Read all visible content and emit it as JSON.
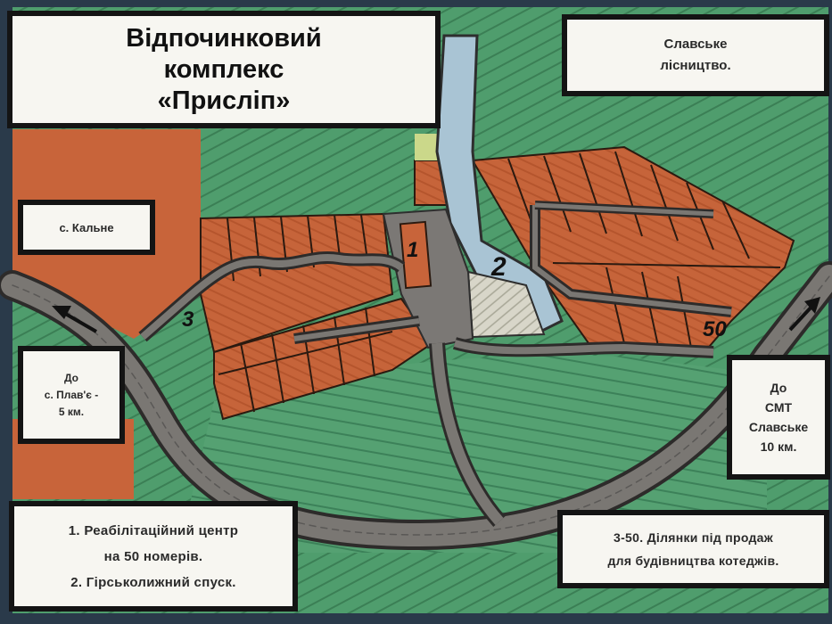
{
  "title": {
    "line1": "Відпочинковий",
    "line2": "комплекс",
    "line3": "«Присліп»"
  },
  "labels": {
    "forestry_line1": "Славське",
    "forestry_line2": "лісництво.",
    "village_kalne": "с. Кальне",
    "to_plave_line1": "До",
    "to_plave_line2": "с. Плав'є -",
    "to_plave_line3": "5 км.",
    "to_slavske_line1": "До",
    "to_slavske_line2": "СМТ",
    "to_slavske_line3": "Славське",
    "to_slavske_line4": "10 км."
  },
  "legend_left": {
    "line1": "1. Реабілітаційний центр",
    "line2": "на 50 номерів.",
    "line3": "2. Гірськолижний спуск."
  },
  "legend_right": {
    "line1": "3-50. Ділянки під продаж",
    "line2": "для будівництва котеджів."
  },
  "map_numbers": {
    "n1": "1",
    "n2": "2",
    "n3": "3",
    "n50": "50"
  },
  "colors": {
    "forest_green": "#4e9a6c",
    "plot_orange": "#c25e34",
    "road_gray": "#6f6c69",
    "ski_slope": "#a8c3d2",
    "paper": "#f7f6f1"
  },
  "icons": [
    "arrow-left-icon",
    "arrow-right-icon"
  ]
}
